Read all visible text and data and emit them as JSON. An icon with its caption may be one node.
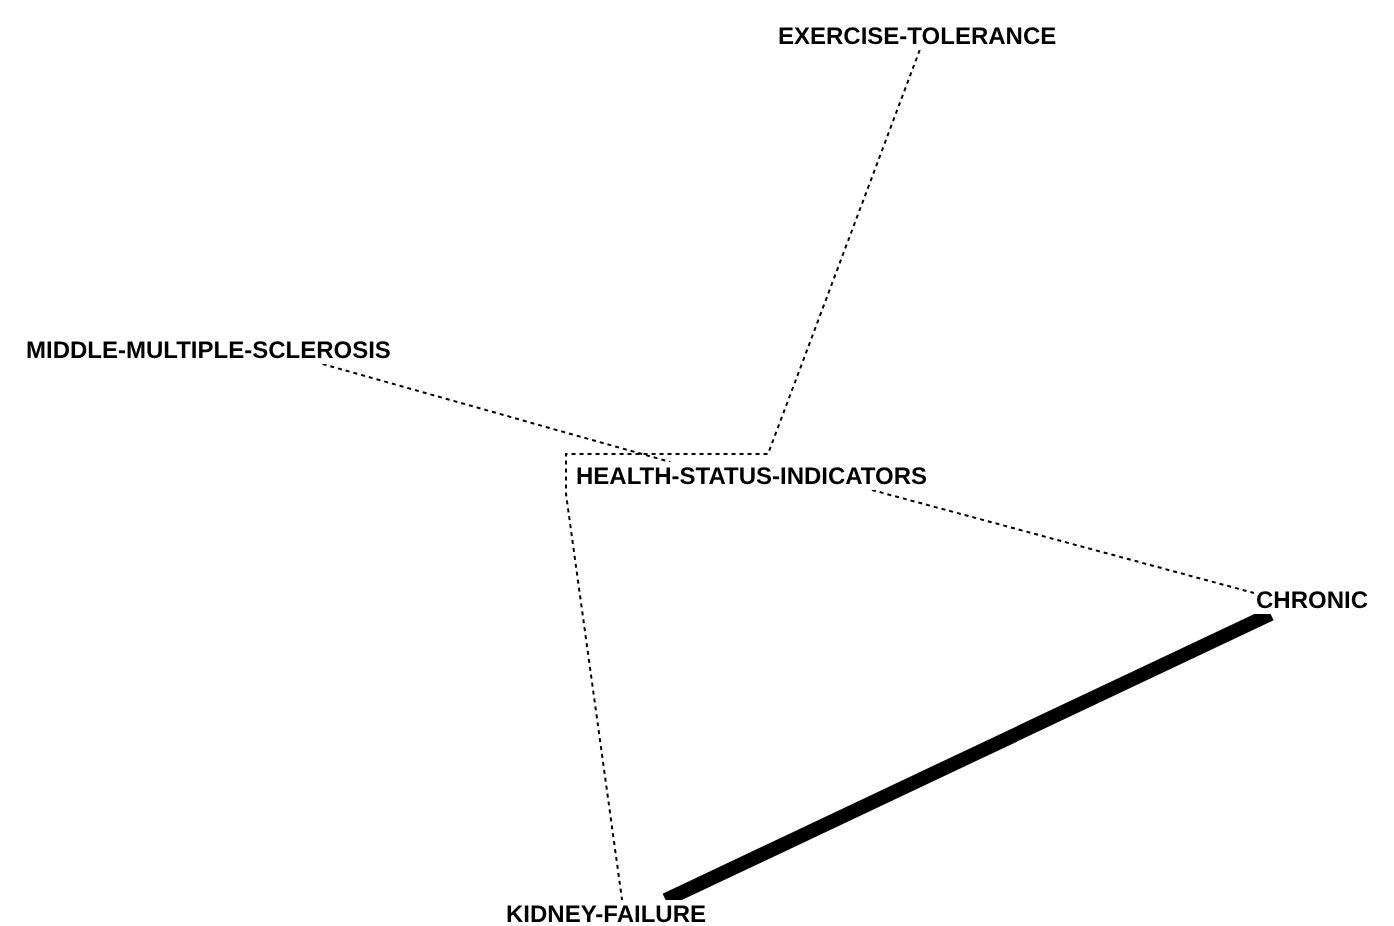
{
  "diagram": {
    "nodes": [
      {
        "text": [
          "EXERCISE-TOLERANCE"
        ]
      },
      {
        "text": [
          "MIDDLE-MULTIPLE-SCLEROSIS"
        ]
      },
      {
        "text": [
          "HEALTH-STATUS-INDICATORS"
        ]
      },
      {
        "text": [
          "CHRONIC"
        ]
      },
      {
        "text": [
          "KIDNEY-FAILURE"
        ]
      }
    ],
    "edges": [
      {
        "from": 0,
        "to": 4,
        "arrow": "none",
        "style": "dashed"
      },
      {
        "from": 1,
        "to": 2,
        "arrow": "none",
        "style": "dashed"
      },
      {
        "from": 2,
        "to": 3,
        "arrow": "none",
        "style": "dashed"
      },
      {
        "from": 3,
        "to": 4,
        "arrow": "none",
        "style": "thick"
      }
    ]
  }
}
